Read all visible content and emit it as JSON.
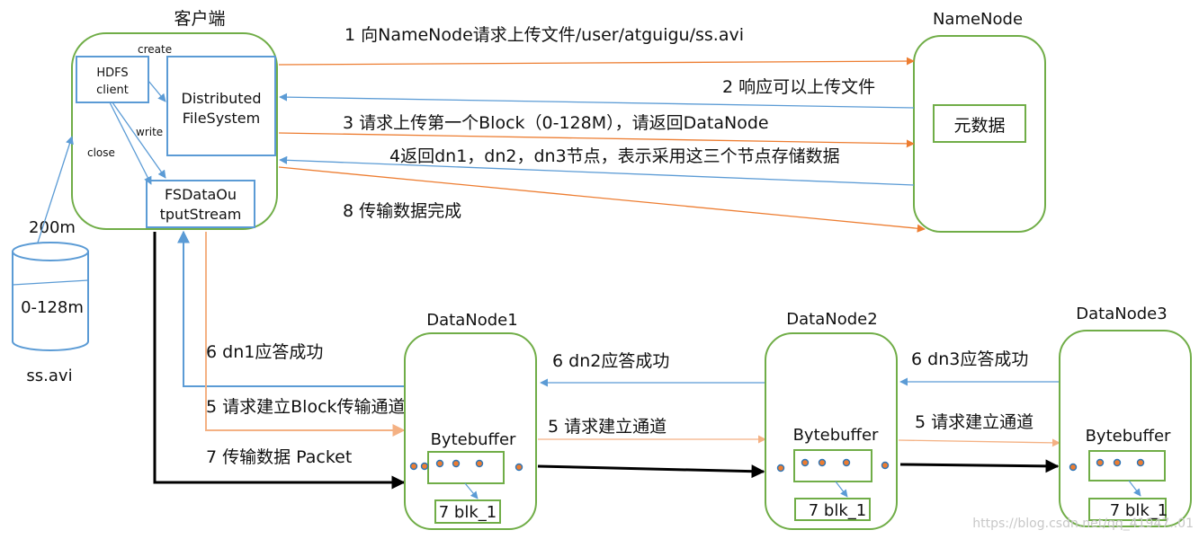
{
  "client": {
    "title": "客户端",
    "hdfs_client": [
      "HDFS",
      "client"
    ],
    "dfs": [
      "Distributed",
      "FileSystem"
    ],
    "fsdos": [
      "FSDataOu",
      "tputStream"
    ],
    "create": "create",
    "write": "write",
    "close": "close"
  },
  "file": {
    "size": "200m",
    "block": "0-128m",
    "name": "ss.avi"
  },
  "namenode": {
    "title": "NameNode",
    "metadata": "元数据"
  },
  "datanodes": [
    {
      "title": "DataNode1",
      "buffer": "Bytebuffer",
      "block": "7 blk_1"
    },
    {
      "title": "DataNode2",
      "buffer": "Bytebuffer",
      "block": "7 blk_1"
    },
    {
      "title": "DataNode3",
      "buffer": "Bytebuffer",
      "block": "7 blk_1"
    }
  ],
  "steps": {
    "s1": "1 向NameNode请求上传文件/user/atguigu/ss.avi",
    "s2": "2 响应可以上传文件",
    "s3": "3 请求上传第一个Block（0-128M），请返回DataNode",
    "s4": "4返回dn1，dn2，dn3节点，表示采用这三个节点存储数据",
    "s8": "8 传输数据完成",
    "s6_dn1": "6 dn1应答成功",
    "s5_dn1": "5 请求建立Block传输通道",
    "s7": "7 传输数据  Packet",
    "s6_dn2": "6 dn2应答成功",
    "s5_dn2": "5 请求建立通道",
    "s6_dn3": "6 dn3应答成功",
    "s5_dn3": "5 请求建立通道"
  },
  "watermark": "https://blog.csdn.net/qq_41947..01",
  "colors": {
    "container_border": "#70ad47",
    "component_border": "#5b9bd5",
    "request_arrow": "#ed7d31",
    "response_arrow": "#5b9bd5",
    "setup_arrow": "#f4b183",
    "data_arrow": "#000000",
    "dot_fill": "#ed7d31",
    "dot_border": "#2e75b6"
  }
}
